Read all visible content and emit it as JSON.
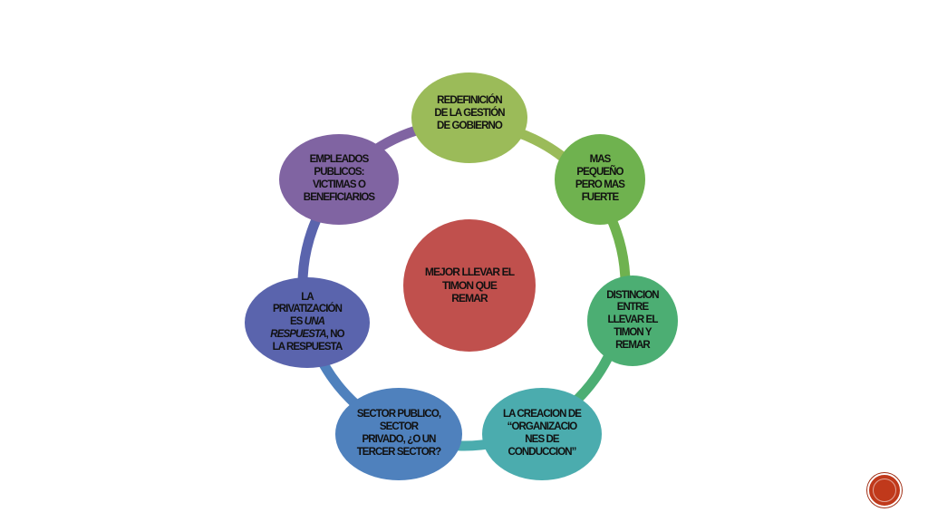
{
  "diagram": {
    "center": {
      "lines": [
        "MEJOR LLEVAR EL",
        "TIMON QUE",
        "REMAR"
      ],
      "color": "#c0504d"
    },
    "nodes": [
      {
        "id": "redefinicion",
        "lines": [
          "REDEFINICIÓN",
          "DE LA GESTIÓN",
          "DE GOBIERNO"
        ],
        "color": "#9bbb59"
      },
      {
        "id": "mas-pequeno",
        "lines": [
          "MAS",
          "PEQUEÑO",
          "PERO MAS",
          "FUERTE"
        ],
        "color": "#6fb24f"
      },
      {
        "id": "distincion",
        "lines": [
          "DISTINCION",
          "ENTRE",
          "LLEVAR EL",
          "TIMON Y",
          "REMAR"
        ],
        "color": "#4cae73"
      },
      {
        "id": "creacion",
        "lines": [
          "LA CREACION DE",
          "“ORGANIZACIO",
          "NES DE",
          "CONDUCCION”"
        ],
        "color": "#4bacae"
      },
      {
        "id": "sector",
        "lines": [
          "SECTOR PUBLICO,",
          "SECTOR",
          "PRIVADO, ¿O UN",
          "TERCER SECTOR?"
        ],
        "color": "#4f81bd"
      },
      {
        "id": "privatizacion",
        "lines": [
          "LA",
          "PRIVATIZACIÓN",
          "ES UNA",
          "RESPUESTA, NO",
          "LA RESPUESTA"
        ],
        "color": "#5a64ad"
      },
      {
        "id": "empleados",
        "lines": [
          "EMPLEADOS",
          "PUBLICOS:",
          "VICTIMAS  O",
          "BENEFICIARIOS"
        ],
        "color": "#8064a2"
      }
    ],
    "ring_colors": [
      "#9bbb59",
      "#6fb24f",
      "#4cae73",
      "#4bacae",
      "#4f81bd",
      "#5a64ad",
      "#8064a2"
    ]
  },
  "badge": {
    "color": "#c0391b"
  }
}
